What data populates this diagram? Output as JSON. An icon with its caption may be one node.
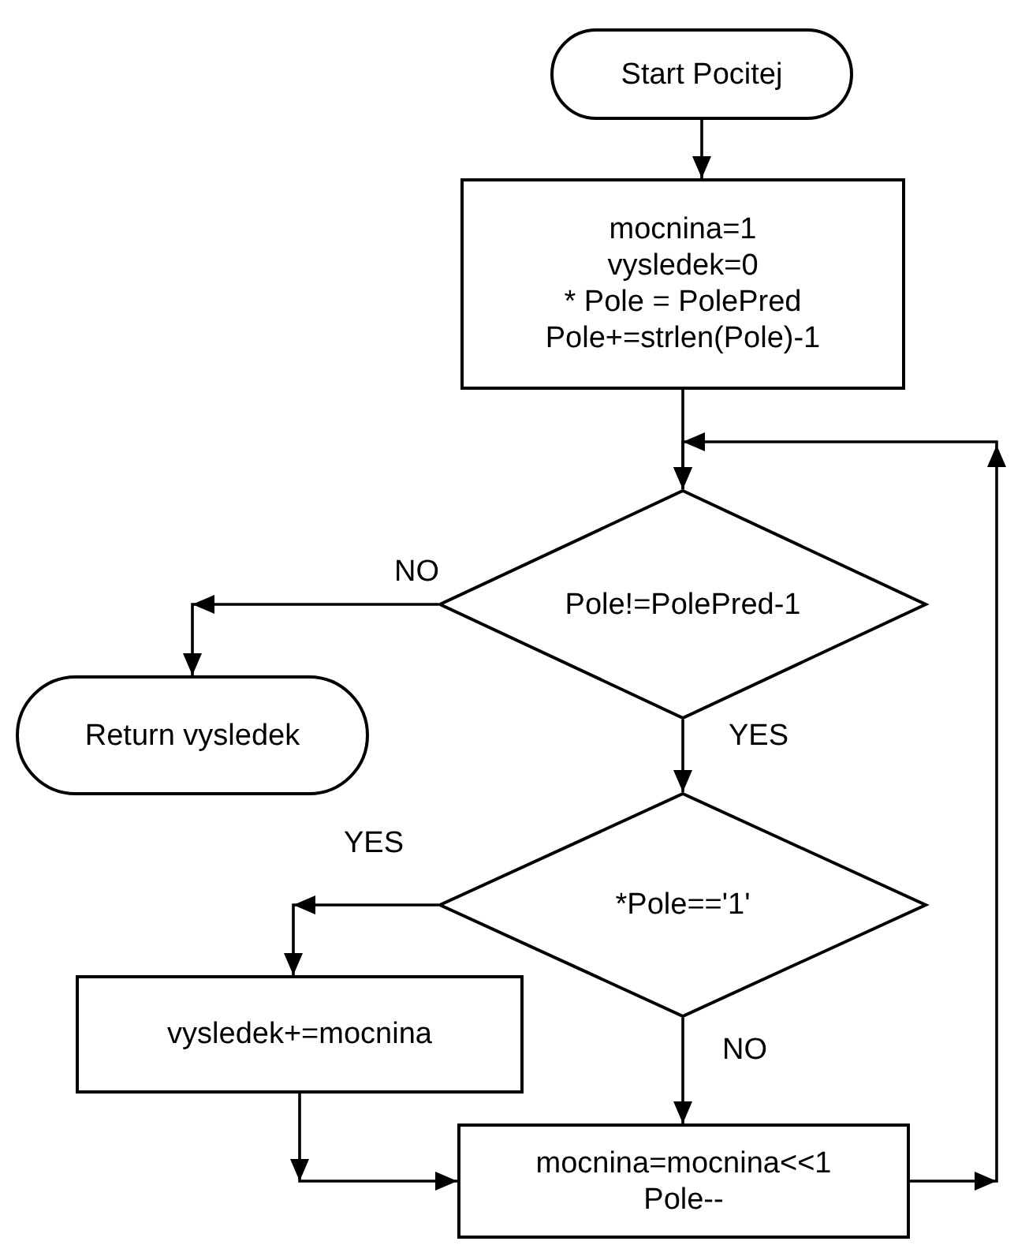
{
  "diagram": {
    "nodes": [
      {
        "text": [
          "Start Pocitej"
        ]
      },
      {
        "text": [
          "mocnina=1",
          "vysledek=0",
          "* Pole = PolePred",
          "Pole+=strlen(Pole)-1"
        ]
      },
      {
        "text": [
          "Pole!=PolePred-1"
        ]
      },
      {
        "text": [
          "Return vysledek"
        ]
      },
      {
        "text": [
          "*Pole=='1'"
        ]
      },
      {
        "text": [
          "vysledek+=mocnina"
        ]
      },
      {
        "text": [
          "mocnina=mocnina<<1",
          "Pole--"
        ]
      }
    ],
    "edges": [
      {
        "from": 0,
        "to": 1,
        "arrow": "to"
      },
      {
        "from": 1,
        "to": 2,
        "arrow": "to"
      },
      {
        "from": 2,
        "to": 3,
        "arrow": "to",
        "label": "NO"
      },
      {
        "from": 2,
        "to": 4,
        "arrow": "to",
        "label": "YES"
      },
      {
        "from": 4,
        "to": 5,
        "arrow": "to",
        "label": "YES"
      },
      {
        "from": 4,
        "to": 6,
        "arrow": "to",
        "label": "NO"
      },
      {
        "from": 5,
        "to": 6,
        "arrow": "to"
      },
      {
        "from": 6,
        "to": 2,
        "arrow": "to"
      }
    ]
  }
}
